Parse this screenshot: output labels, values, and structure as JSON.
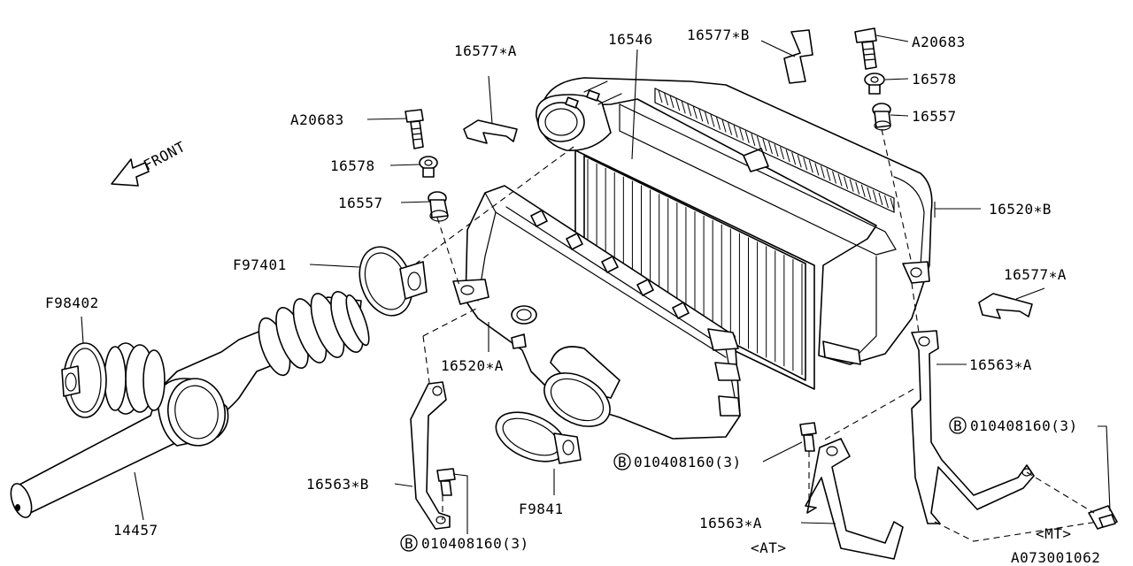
{
  "diagram": {
    "front_label": "FRONT",
    "figure_code": "A073001062",
    "labels": {
      "p16577A_top": "16577∗A",
      "p16546": "16546",
      "p16577B": "16577∗B",
      "pA20683_right": "A20683",
      "p16578_right": "16578",
      "p16557_right": "16557",
      "pA20683_left": "A20683",
      "p16578_left": "16578",
      "p16557_left": "16557",
      "p16520B": "16520∗B",
      "pF97401": "F97401",
      "p16577A_right": "16577∗A",
      "pF98402": "F98402",
      "p16520A": "16520∗A",
      "p16563A_right": "16563∗A",
      "bolt_right": "010408160(3)",
      "bolt_center": "010408160(3)",
      "p16563B": "16563∗B",
      "pF9841": "F9841",
      "p16563A_bottom": "16563∗A",
      "at_note": "<AT>",
      "bolt_bottom": "010408160(3)",
      "p14457": "14457",
      "mt_note": "<MT>",
      "bolt_badge": "B"
    }
  }
}
